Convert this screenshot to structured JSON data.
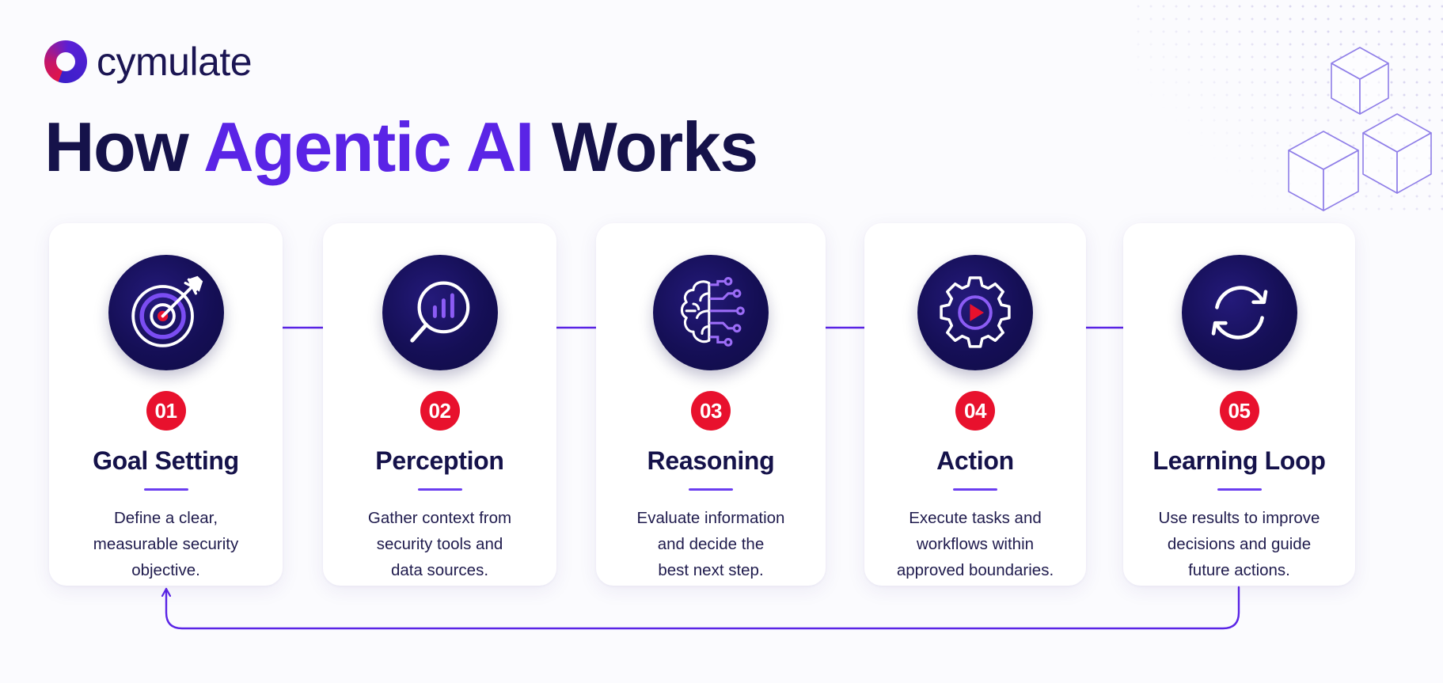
{
  "brand": {
    "name": "cymulate",
    "logo_icon": "ring-logo-icon",
    "colors": {
      "navy": "#15124a",
      "purple": "#5a24e6",
      "red": "#e8112d"
    }
  },
  "title": {
    "part1": "How",
    "accent": "Agentic AI",
    "part2": "Works"
  },
  "steps": [
    {
      "number": "01",
      "title": "Goal Setting",
      "icon": "target-icon",
      "desc": [
        "Define a clear,",
        "measurable security",
        "objective."
      ]
    },
    {
      "number": "02",
      "title": "Perception",
      "icon": "magnifier-chart-icon",
      "desc": [
        "Gather context from",
        "security tools and",
        "data sources."
      ]
    },
    {
      "number": "03",
      "title": "Reasoning",
      "icon": "brain-circuit-icon",
      "desc": [
        "Evaluate information",
        "and decide the",
        "best next step."
      ]
    },
    {
      "number": "04",
      "title": "Action",
      "icon": "gear-play-icon",
      "desc": [
        "Execute tasks and",
        "workflows within",
        "approved boundaries."
      ]
    },
    {
      "number": "05",
      "title": "Learning Loop",
      "icon": "refresh-cycle-icon",
      "desc": [
        "Use results to improve",
        "decisions and guide",
        "future actions."
      ]
    }
  ],
  "connectors": [
    {
      "from": "01",
      "to": "02"
    },
    {
      "from": "02",
      "to": "03"
    },
    {
      "from": "03",
      "to": "04"
    },
    {
      "from": "04",
      "to": "05"
    },
    {
      "from": "05",
      "to": "01",
      "kind": "feedback-loop"
    }
  ]
}
